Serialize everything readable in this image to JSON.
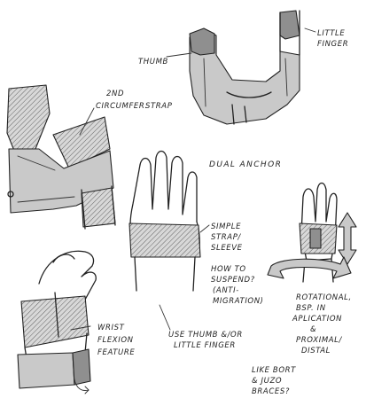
{
  "labels": {
    "thumb": "THUMB",
    "little_finger": [
      "LITTLE",
      "FINGER"
    ],
    "second_strap": [
      "2ND",
      "CIRCUMFER.",
      "STRAP"
    ],
    "dual_anchor": "DUAL ANCHOR",
    "simple_strap": [
      "SIMPLE",
      "STRAP/",
      "SLEEVE"
    ],
    "how_to_suspend": [
      "HOW TO",
      "SUSPEND?",
      "(ANTI-",
      "MIGRATION)"
    ],
    "use_thumb": [
      "USE THUMB &/OR",
      "LITTLE FINGER"
    ],
    "rotational": [
      "ROTATIONAL,",
      "BSP. IN",
      "APLICATION",
      "&",
      "PROXIMAL/",
      "DISTAL"
    ],
    "wrist_flexion": [
      "WRIST",
      "FLEXION",
      "FEATURE"
    ],
    "like_braces": [
      "LIKE BORT",
      "& JUZO",
      "BRACES?"
    ]
  }
}
